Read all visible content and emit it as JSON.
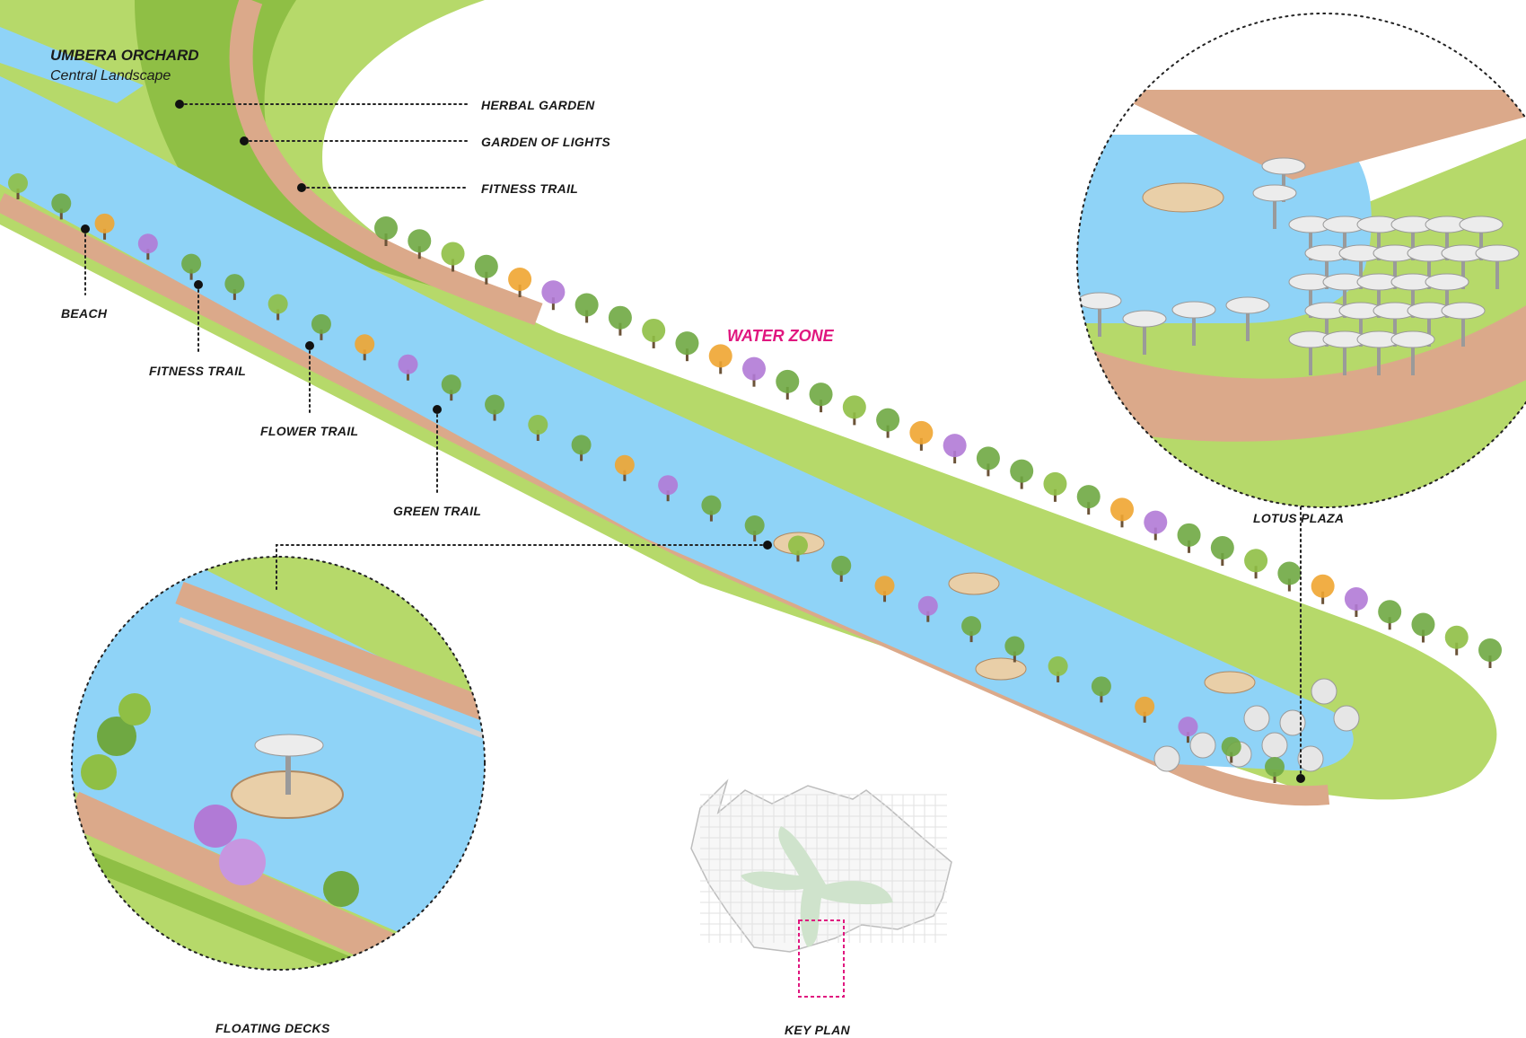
{
  "header": {
    "title": "UMBERA ORCHARD",
    "subtitle": "Central Landscape"
  },
  "zone_label": "WATER ZONE",
  "callouts": {
    "herbal_garden": "HERBAL GARDEN",
    "garden_of_lights": "GARDEN OF LIGHTS",
    "fitness_trail_upper": "FITNESS TRAIL",
    "beach": "BEACH",
    "fitness_trail_lower": "FITNESS TRAIL",
    "flower_trail": "FLOWER TRAIL",
    "green_trail": "GREEN TRAIL"
  },
  "insets": {
    "lotus_plaza": "LOTUS PLAZA",
    "floating_decks": "FLOATING DECKS",
    "key_plan": "KEY PLAN"
  },
  "colors": {
    "water": "#8fd3f7",
    "lawn": "#b6d96a",
    "lawn_dark": "#8fbf45",
    "path": "#dba98a",
    "tree_green": "#6fa842",
    "tree_orange": "#f0a531",
    "tree_purple": "#b17ad6",
    "accent": "#e0177f"
  }
}
